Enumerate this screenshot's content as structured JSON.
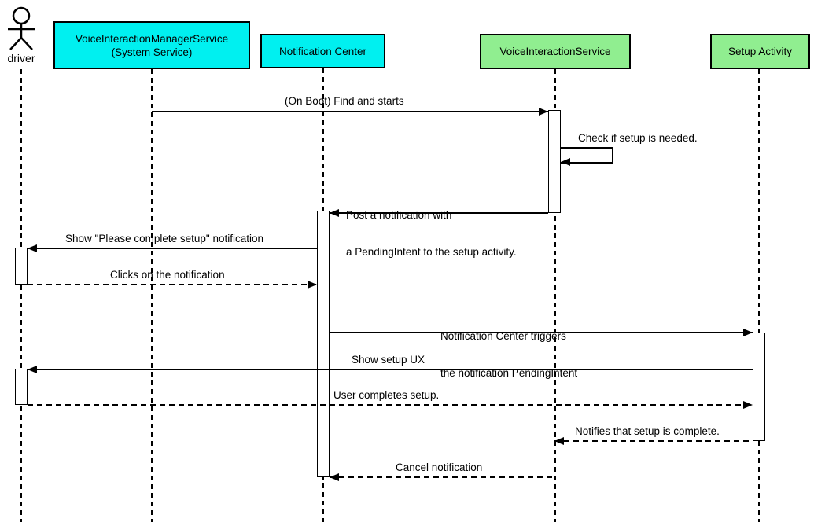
{
  "diagram": {
    "type": "uml-sequence",
    "colors": {
      "system_participant_fill": "#00F0F0",
      "app_participant_fill": "#90EE90",
      "line_color": "#000000",
      "background": "#FFFFFF"
    },
    "participants": [
      {
        "id": "driver",
        "label": "driver",
        "kind": "actor"
      },
      {
        "id": "voice-interaction-manager-service",
        "label": "VoiceInteractionManagerService",
        "label2": "(System Service)",
        "kind": "object",
        "fill": "#00F0F0"
      },
      {
        "id": "notification-center",
        "label": "Notification Center",
        "kind": "object",
        "fill": "#00F0F0"
      },
      {
        "id": "voice-interaction-service",
        "label": "VoiceInteractionService",
        "kind": "object",
        "fill": "#90EE90"
      },
      {
        "id": "setup-activity",
        "label": "Setup Activity",
        "kind": "object",
        "fill": "#90EE90"
      }
    ],
    "messages": [
      {
        "from": "voice-interaction-manager-service",
        "to": "voice-interaction-service",
        "label": "(On Boot) Find and starts",
        "style": "solid"
      },
      {
        "from": "voice-interaction-service",
        "to": "voice-interaction-service",
        "label": "Check if setup is needed.",
        "style": "solid",
        "self": true
      },
      {
        "from": "voice-interaction-service",
        "to": "notification-center",
        "label": "Post a notification with",
        "label2": "a PendingIntent to the setup activity.",
        "style": "solid"
      },
      {
        "from": "notification-center",
        "to": "driver",
        "label": "Show \"Please complete setup\" notification",
        "style": "solid"
      },
      {
        "from": "driver",
        "to": "notification-center",
        "label": "Clicks on the notification",
        "style": "dashed"
      },
      {
        "from": "notification-center",
        "to": "setup-activity",
        "label": "Notification Center triggers",
        "label2": "the notification PendingIntent",
        "style": "solid"
      },
      {
        "from": "setup-activity",
        "to": "driver",
        "label": "Show setup UX",
        "style": "solid"
      },
      {
        "from": "driver",
        "to": "setup-activity",
        "label": "User completes setup.",
        "style": "dashed"
      },
      {
        "from": "setup-activity",
        "to": "voice-interaction-service",
        "label": "Notifies that setup is complete.",
        "style": "dashed"
      },
      {
        "from": "voice-interaction-service",
        "to": "notification-center",
        "label": "Cancel notification",
        "style": "dashed"
      }
    ]
  }
}
